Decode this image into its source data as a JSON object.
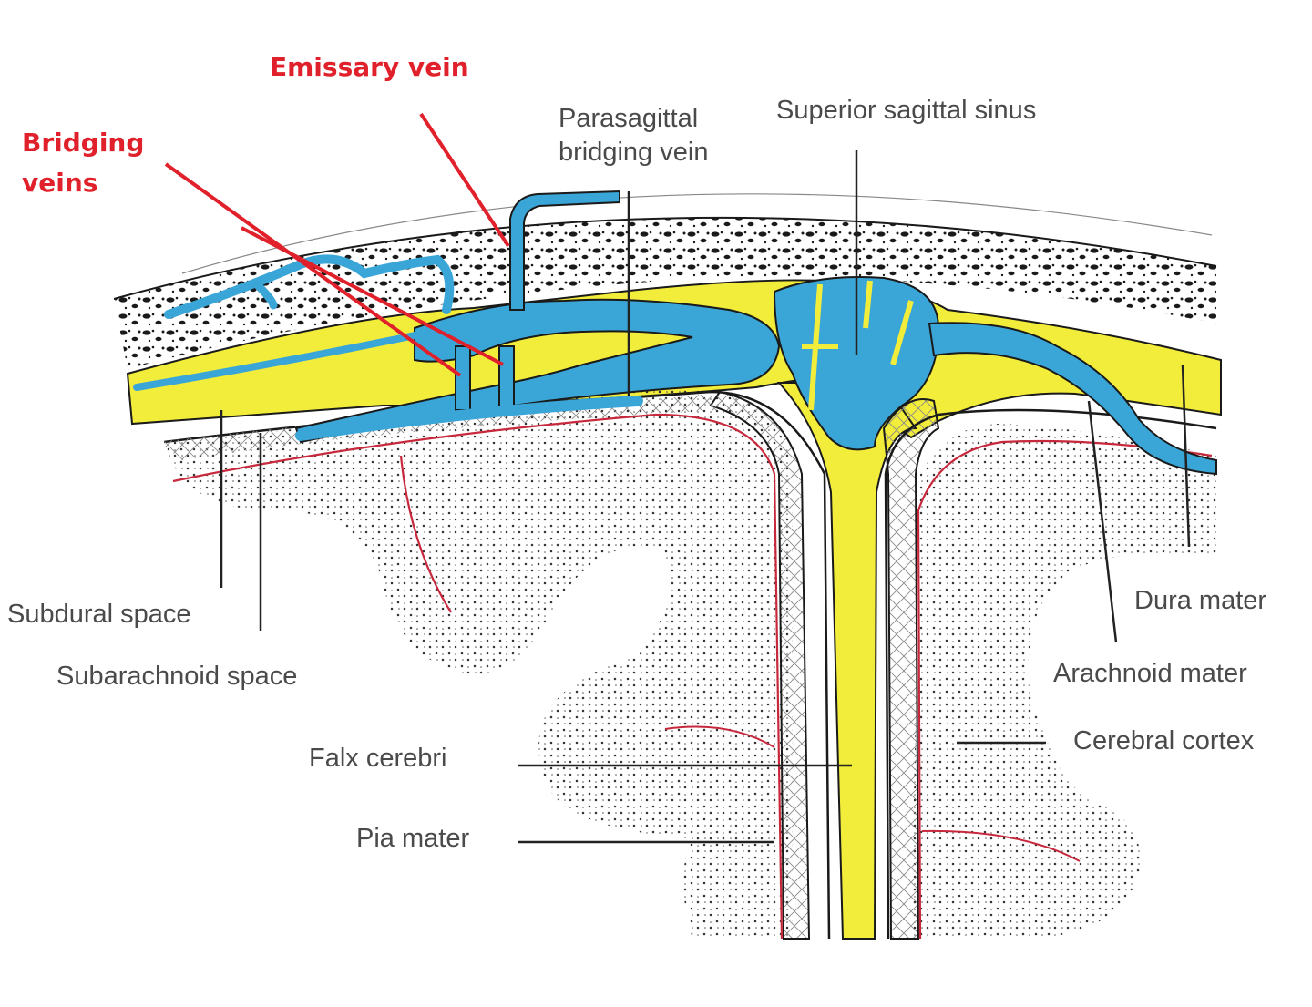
{
  "labels": {
    "emissary_vein": "Emissary vein",
    "bridging_veins_line1": "Bridging",
    "bridging_veins_line2": "veins",
    "parasagittal_line1": "Parasagittal",
    "parasagittal_line2": "bridging vein",
    "superior_sagittal_sinus": "Superior sagittal sinus",
    "subdural_space": "Subdural space",
    "subarachnoid_space": "Subarachnoid space",
    "falx_cerebri": "Falx cerebri",
    "pia_mater": "Pia mater",
    "dura_mater": "Dura mater",
    "arachnoid_mater": "Arachnoid mater",
    "cerebral_cortex": "Cerebral cortex"
  },
  "colors": {
    "vein_blue": "#3aa6d8",
    "dura_yellow": "#f2ec3a",
    "annotation_red": "#e0202a",
    "pia_red": "#c8283c",
    "outline": "#1a1a1a",
    "leader_line": "#222222",
    "label_text": "#4a4a4a"
  }
}
